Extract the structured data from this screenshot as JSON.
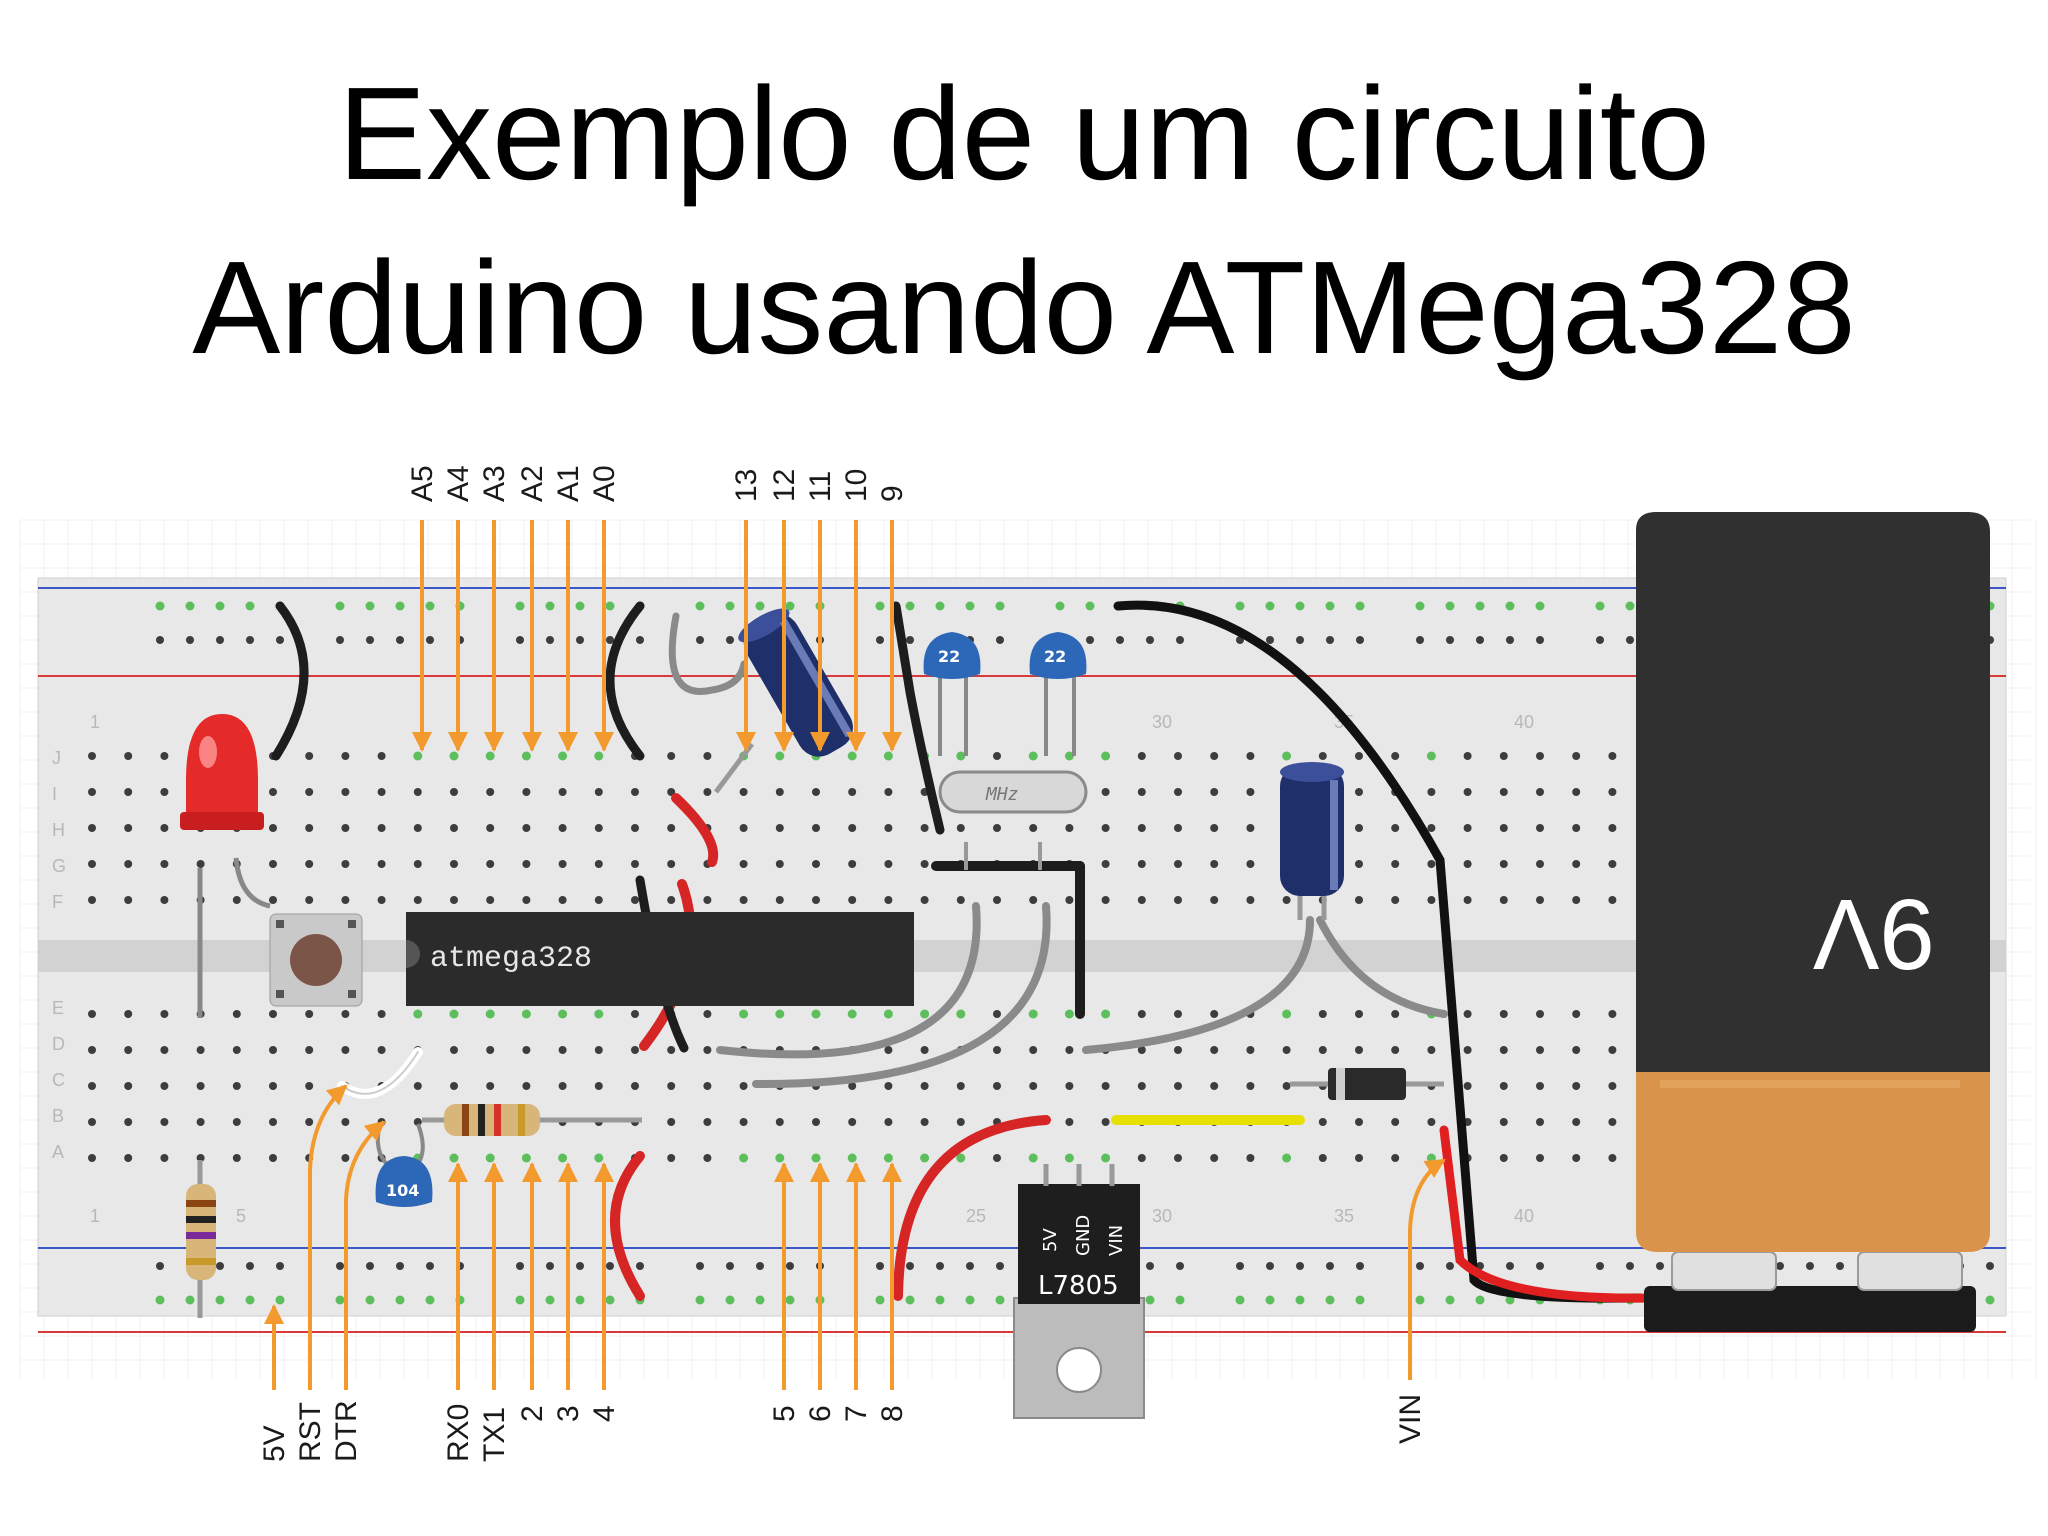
{
  "title": {
    "line1": "Exemplo de um circuito",
    "line2": "Arduino usando ATMega328"
  },
  "chip": {
    "label": "atmega328"
  },
  "crystal": {
    "label": "MHz"
  },
  "capacitors": {
    "c22a": "22",
    "c22b": "22",
    "c104": "104"
  },
  "regulator": {
    "part": "L7805",
    "pin_5v": "5V",
    "pin_gnd": "GND",
    "pin_vin": "VIN"
  },
  "battery": {
    "label": "9V"
  },
  "breadboard": {
    "columns": [
      "1",
      "5",
      "25",
      "30",
      "35",
      "40"
    ],
    "rows_top": [
      "J",
      "I",
      "H",
      "G",
      "F"
    ],
    "rows_bottom": [
      "E",
      "D",
      "C",
      "B",
      "A"
    ]
  },
  "pins_top": [
    "A5",
    "A4",
    "A3",
    "A2",
    "A1",
    "A0",
    "13",
    "12",
    "11",
    "10",
    "9"
  ],
  "pins_bottom": [
    "5V",
    "RST",
    "DTR",
    "RX0",
    "TX1",
    "2",
    "3",
    "4",
    "5",
    "6",
    "7",
    "8",
    "VIN"
  ],
  "colors": {
    "arrow": "#f39a2e",
    "board": "#e6e6e6",
    "rail_blue": "#3a56c8",
    "rail_red": "#d63a3a",
    "chip": "#2b2b2b",
    "battery_top": "#2f2f2f",
    "battery_bottom": "#d9934a"
  }
}
